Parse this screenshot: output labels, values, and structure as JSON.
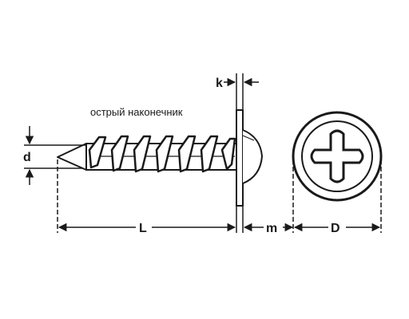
{
  "annotation": {
    "tip_label": "острый наконечник"
  },
  "dimensions": {
    "k": "k",
    "d": "d",
    "L": "L",
    "m": "m",
    "D": "D"
  },
  "colors": {
    "line": "#1a1a1a",
    "background": "#ffffff"
  }
}
